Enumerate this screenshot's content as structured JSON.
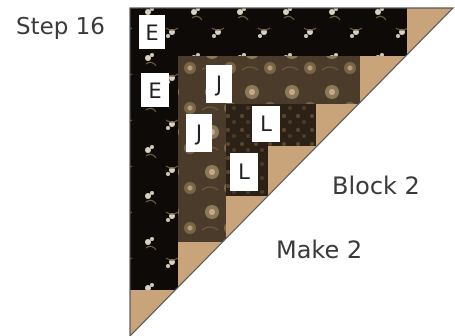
{
  "step_label": "Step 16",
  "block_label": "Block 2",
  "make_label": "Make 2",
  "pieces": [
    {
      "id": "E1",
      "label": "E"
    },
    {
      "id": "E2",
      "label": "E"
    },
    {
      "id": "J1",
      "label": "J"
    },
    {
      "id": "J2",
      "label": "J"
    },
    {
      "id": "L1",
      "label": "L"
    },
    {
      "id": "L2",
      "label": "L"
    }
  ],
  "colors": {
    "black_print": "#0d0a08",
    "brown_print": "#4a3b2b",
    "dark_brown_print": "#2c2116",
    "tan_background": "#c9a47b",
    "label_box": "#ffffff"
  }
}
